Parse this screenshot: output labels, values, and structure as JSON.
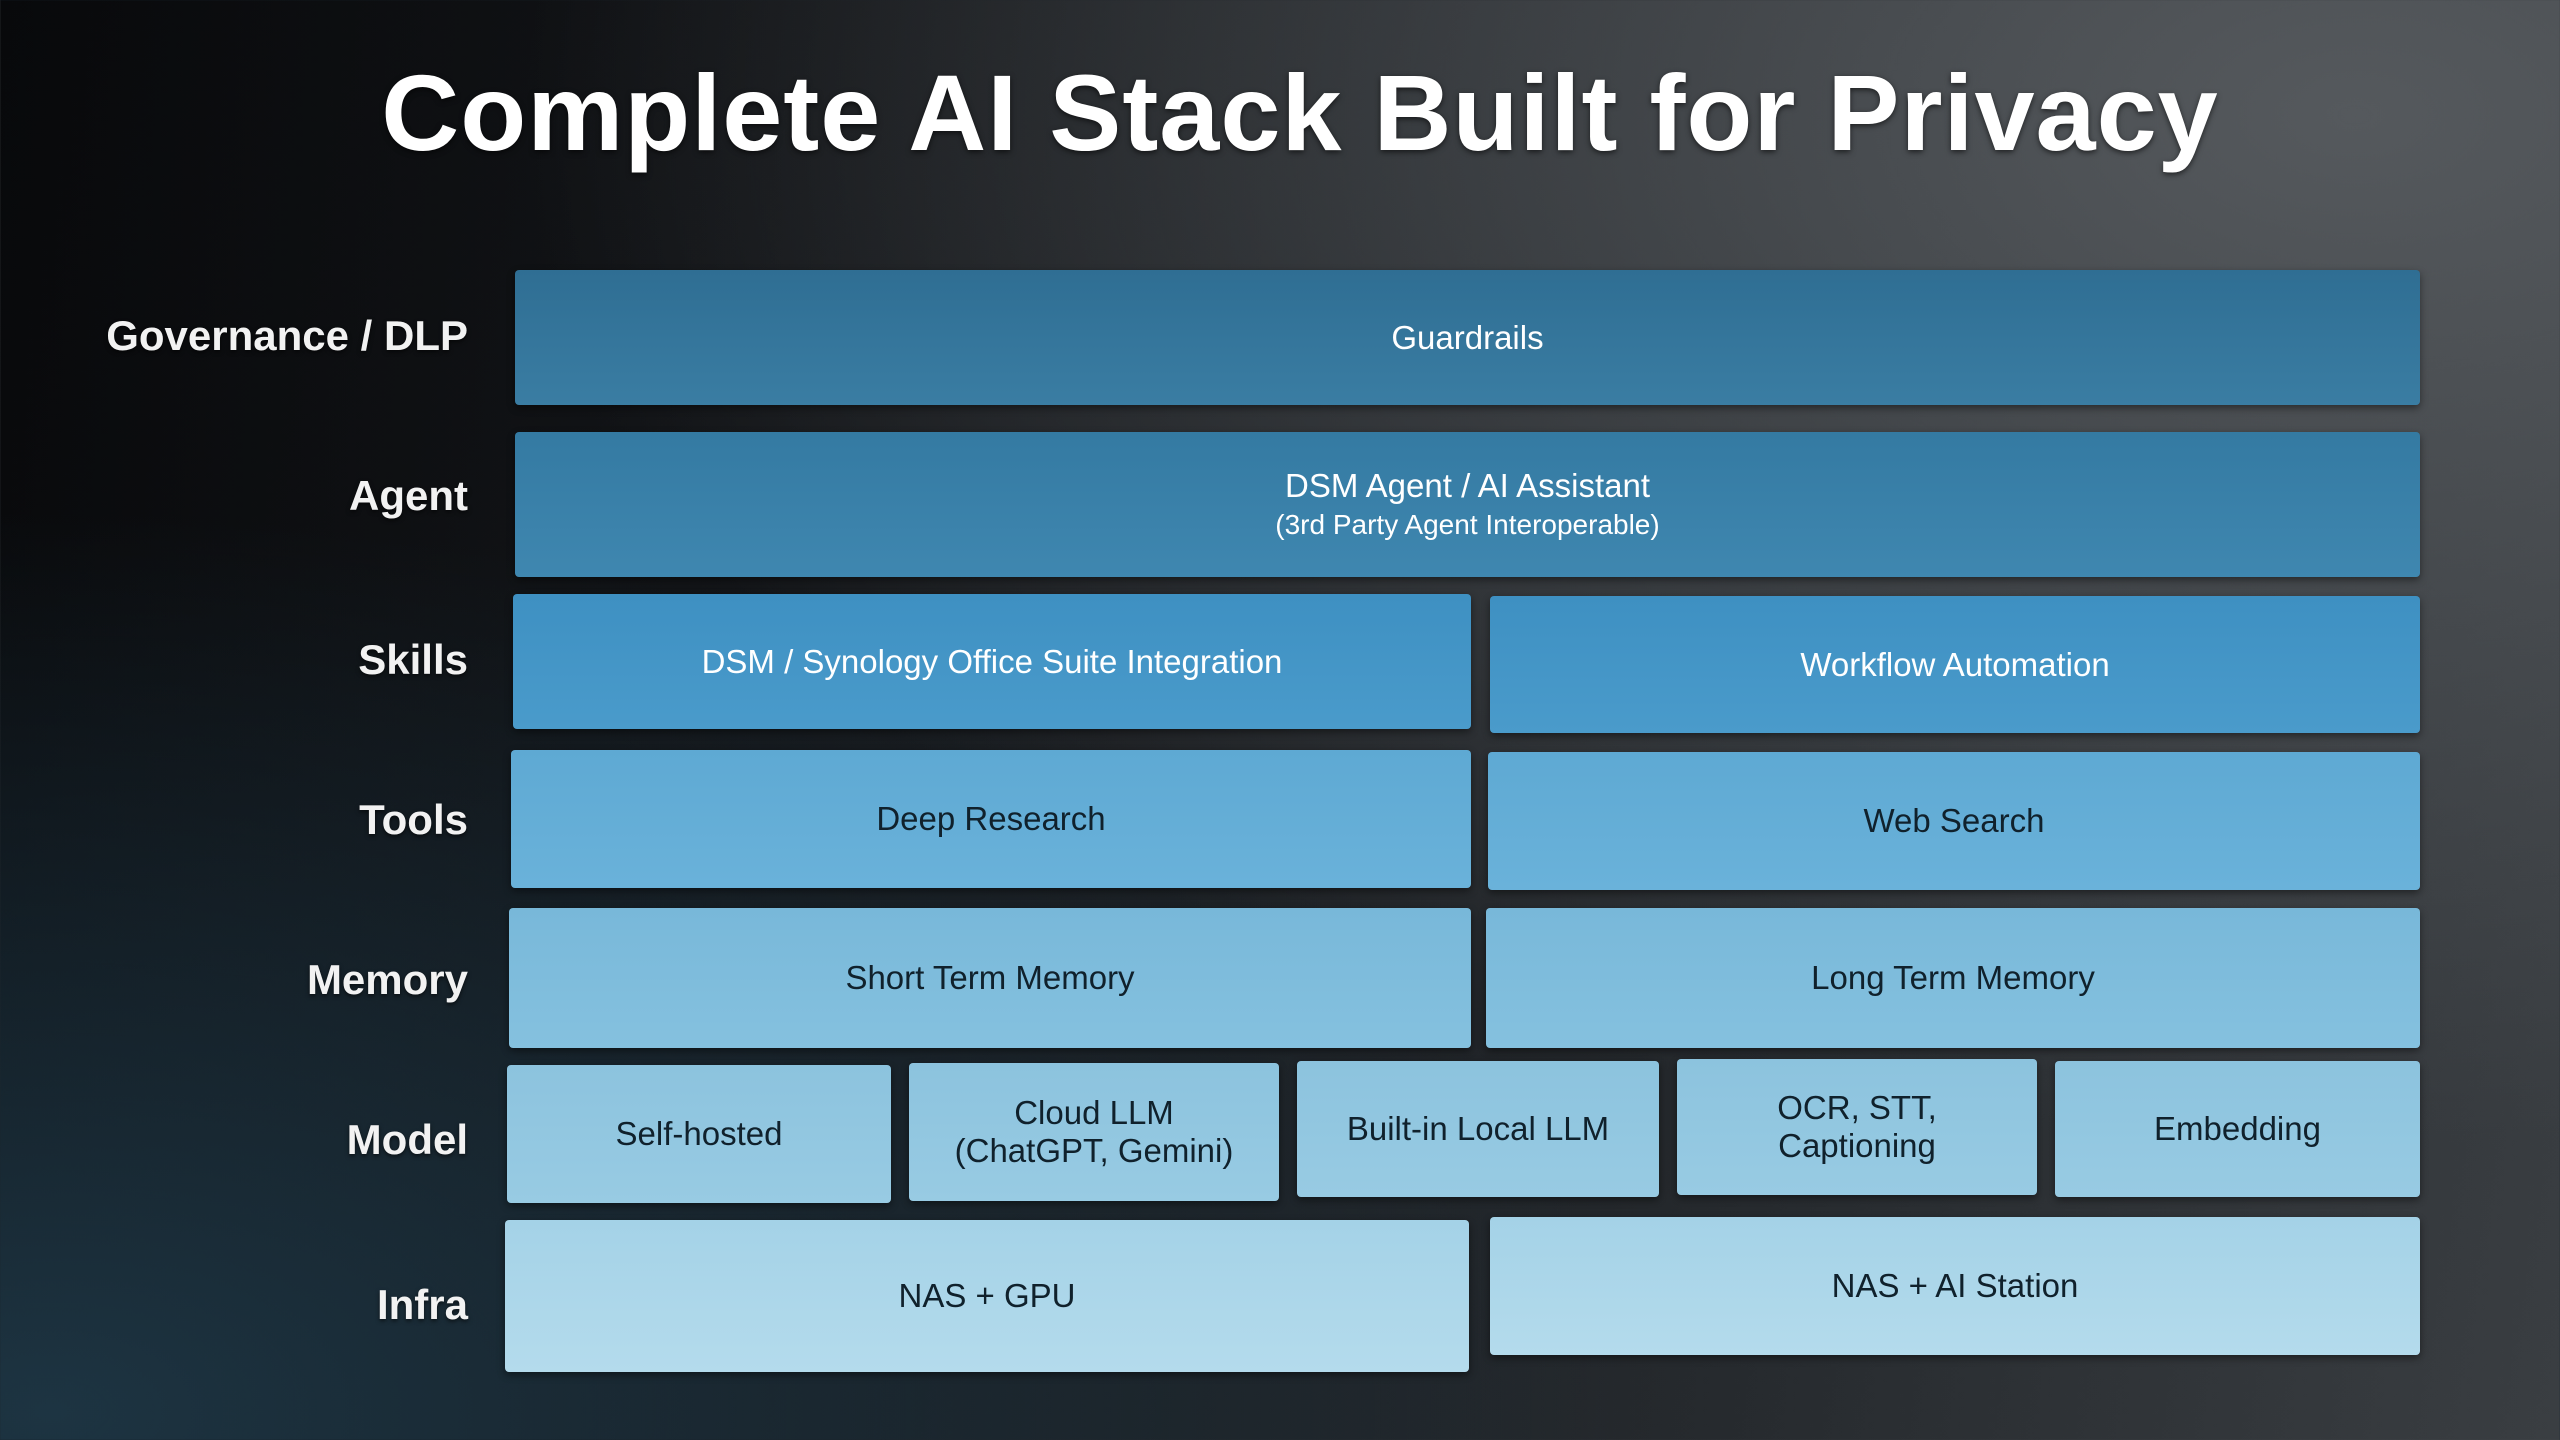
{
  "title": "Complete AI Stack Built for Privacy",
  "layers": {
    "governance": {
      "label": "Governance / DLP",
      "blocks": [
        "Guardrails"
      ]
    },
    "agent": {
      "label": "Agent",
      "blocks": [
        {
          "title": "DSM Agent / AI Assistant",
          "subtitle": "(3rd Party Agent Interoperable)"
        }
      ]
    },
    "skills": {
      "label": "Skills",
      "blocks": [
        "DSM / Synology Office Suite Integration",
        "Workflow Automation"
      ]
    },
    "tools": {
      "label": "Tools",
      "blocks": [
        "Deep Research",
        "Web Search"
      ]
    },
    "memory": {
      "label": "Memory",
      "blocks": [
        "Short Term Memory",
        "Long Term Memory"
      ]
    },
    "model": {
      "label": "Model",
      "blocks": [
        {
          "line1": "Self-hosted"
        },
        {
          "line1": "Cloud LLM",
          "line2": "(ChatGPT, Gemini)"
        },
        {
          "line1": "Built-in Local LLM"
        },
        {
          "line1": "OCR, STT,",
          "line2": "Captioning"
        },
        {
          "line1": "Embedding"
        }
      ]
    },
    "infra": {
      "label": "Infra",
      "blocks": [
        "NAS + GPU",
        "NAS + AI Station"
      ]
    }
  },
  "colors": {
    "governance": "#3576a0",
    "agent": "#3a82ac",
    "skills": "#4597c8",
    "tools": "#64aed7",
    "memory": "#7fbddc",
    "model": "#92c7e0",
    "infra": "#acd6ea"
  }
}
